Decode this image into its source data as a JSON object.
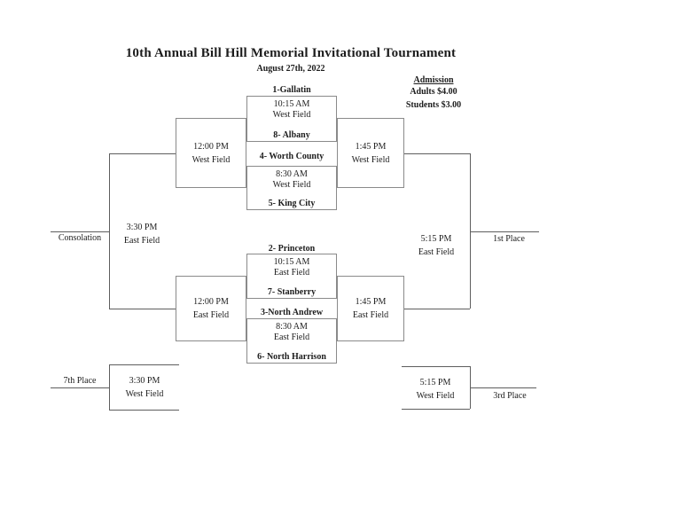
{
  "header": {
    "title": "10th Annual Bill Hill Memorial Invitational Tournament",
    "date": "August 27th, 2022"
  },
  "admission": {
    "heading": "Admission",
    "adults": "Adults $4.00",
    "students": "Students $3.00"
  },
  "bracket": {
    "games": [
      {
        "top_team": "1-Gallatin",
        "bottom_team": "8- Albany",
        "time": "10:15 AM",
        "field": "West Field"
      },
      {
        "top_team": "4- Worth County",
        "bottom_team": "5- King City",
        "time": "8:30 AM",
        "field": "West Field"
      },
      {
        "top_team": "2- Princeton",
        "bottom_team": "7- Stanberry",
        "time": "10:15 AM",
        "field": "East Field"
      },
      {
        "top_team": "3-North Andrew",
        "bottom_team": "6- North Harrison",
        "time": "8:30 AM",
        "field": "East Field"
      }
    ],
    "semifinals": [
      {
        "time": "12:00 PM",
        "field": "West Field"
      },
      {
        "time": "1:45 PM",
        "field": "West Field"
      },
      {
        "time": "12:00 PM",
        "field": "East Field"
      },
      {
        "time": "1:45 PM",
        "field": "East Field"
      }
    ],
    "finals": {
      "consolation": {
        "label": "Consolation",
        "time": "3:30 PM",
        "field": "East Field"
      },
      "first": {
        "label": "1st Place",
        "time": "5:15 PM",
        "field": "East Field"
      },
      "seventh": {
        "label": "7th Place",
        "time": "3:30 PM",
        "field": "West Field"
      },
      "third": {
        "label": "3rd Place",
        "time": "5:15 PM",
        "field": "West Field"
      }
    }
  },
  "colors": {
    "background": "#ffffff",
    "text": "#1c1c1c",
    "box_border": "#8a8a8a",
    "line": "#5e5e5e"
  }
}
